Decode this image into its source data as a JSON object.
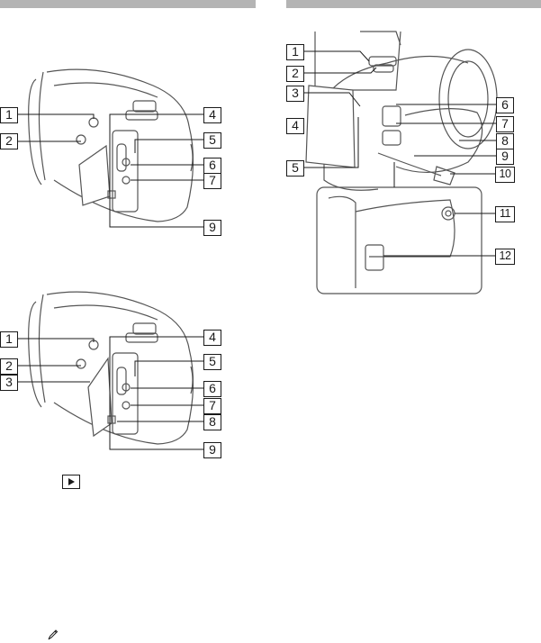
{
  "left_column": {
    "figure_top": {
      "callouts": [
        "1",
        "2",
        "4",
        "5",
        "6",
        "7",
        "9"
      ]
    },
    "figure_bottom": {
      "callouts": [
        "1",
        "2",
        "3",
        "4",
        "5",
        "6",
        "7",
        "8",
        "9"
      ]
    }
  },
  "right_column": {
    "figure": {
      "callouts": [
        "1",
        "2",
        "3",
        "4",
        "5",
        "6",
        "7",
        "8",
        "9",
        "10",
        "11",
        "12"
      ]
    }
  },
  "icons": {
    "playback": "playback-button-icon",
    "note": "pencil-note-icon"
  },
  "colors": {
    "header_bar": "#b4b4b4",
    "line": "#1a1a1a"
  }
}
